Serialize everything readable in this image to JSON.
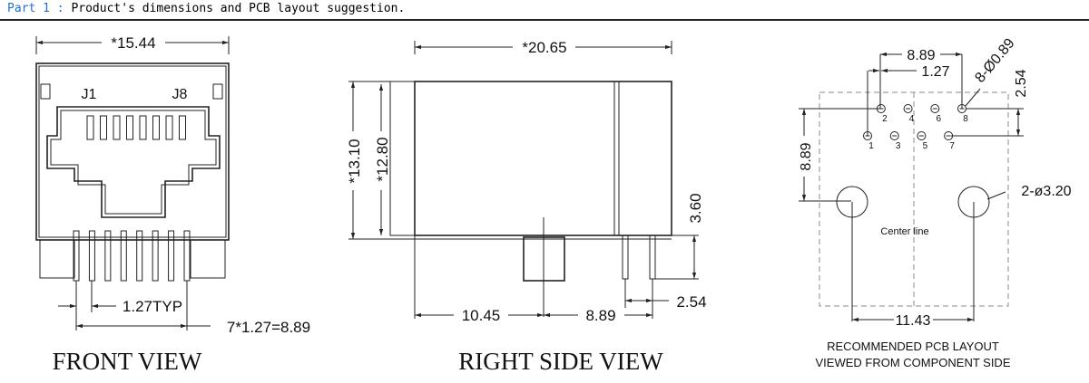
{
  "header": {
    "part_label": "Part 1 :",
    "text": " Product's dimensions and PCB layout suggestion."
  },
  "front_view": {
    "title": "FRONT VIEW",
    "width_dim": "*15.44",
    "pin_first": "J1",
    "pin_last": "J8",
    "pitch_dim": "1.27TYP",
    "total_pitch_dim": "7*1.27=8.89"
  },
  "side_view": {
    "title": "RIGHT SIDE VIEW",
    "length_dim": "*20.65",
    "height_outer_dim": "*13.10",
    "height_inner_dim": "*12.80",
    "pin_height_dim": "3.60",
    "pin_spacing_dim": "2.54",
    "offset1_dim": "10.45",
    "offset2_dim": "8.89"
  },
  "pcb_layout": {
    "title_line1": "RECOMMENDED PCB LAYOUT",
    "title_line2": "VIEWED FROM COMPONENT SIDE",
    "dim_889_top": "8.89",
    "dim_127": "1.27",
    "dim_hole": "8-Ø0.89",
    "dim_254": "2.54",
    "dim_889_left": "8.89",
    "dim_mount_holes": "2-ø3.20",
    "center_line": "Center line",
    "dim_1143": "11.43",
    "pin_labels": [
      "1",
      "2",
      "3",
      "4",
      "5",
      "6",
      "7",
      "8"
    ]
  }
}
